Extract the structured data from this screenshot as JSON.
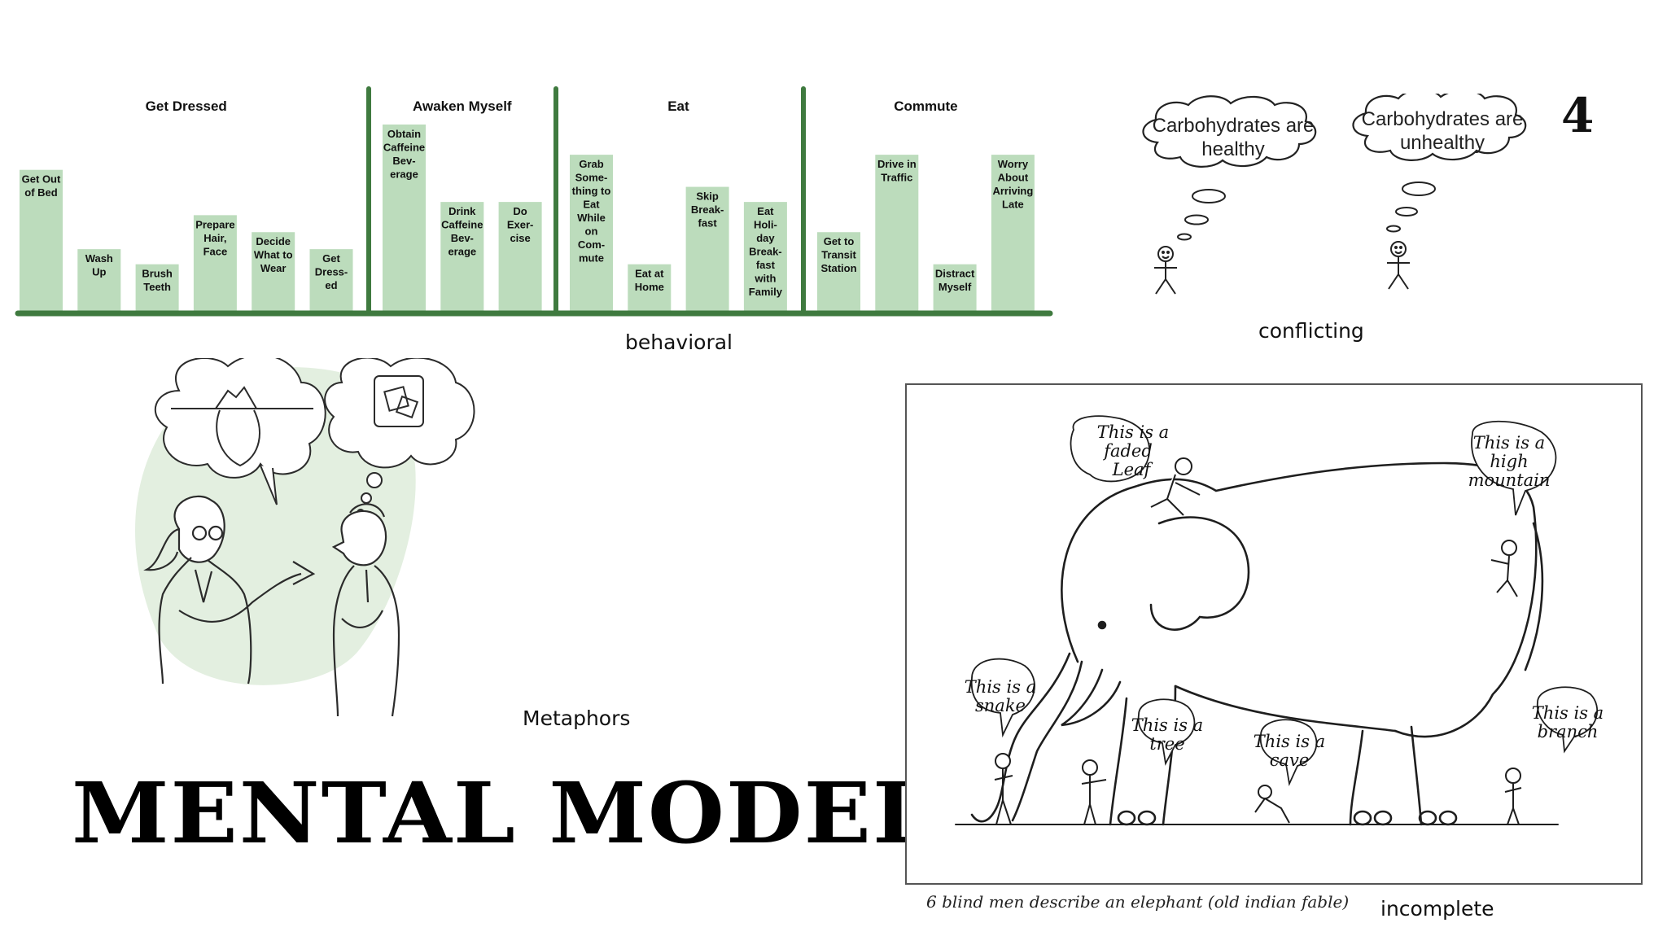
{
  "slide": {
    "number": "4",
    "title": "MENTAL MODELS"
  },
  "behavioral": {
    "caption": "behavioral",
    "colors": {
      "bar": "#bcdcbc",
      "axis": "#3f7a3f",
      "text": "#111111"
    },
    "groups": [
      {
        "title": "Get Dressed",
        "tasks": [
          {
            "label": [
              "Get Out",
              "of Bed"
            ],
            "level": 0.76
          },
          {
            "label": [
              "Wash",
              "Up"
            ],
            "level": 0.34
          },
          {
            "label": [
              "Brush",
              "Teeth"
            ],
            "level": 0.26
          },
          {
            "label": [
              "Prepare",
              "Hair,",
              "Face"
            ],
            "level": 0.52
          },
          {
            "label": [
              "Decide",
              "What to",
              "Wear"
            ],
            "level": 0.43
          },
          {
            "label": [
              "Get",
              "Dress-",
              "ed"
            ],
            "level": 0.34
          }
        ]
      },
      {
        "title": "Awaken Myself",
        "tasks": [
          {
            "label": [
              "Obtain",
              "Caffeine",
              "Bev-",
              "erage"
            ],
            "level": 1.0
          },
          {
            "label": [
              "Drink",
              "Caffeine",
              "Bev-",
              "erage"
            ],
            "level": 0.59
          },
          {
            "label": [
              "Do",
              "Exer-",
              "cise"
            ],
            "level": 0.59
          }
        ]
      },
      {
        "title": "Eat",
        "tasks": [
          {
            "label": [
              "Grab",
              "Some-",
              "thing to",
              "Eat",
              "While",
              "on",
              "Com-",
              "mute"
            ],
            "level": 0.84
          },
          {
            "label": [
              "Eat at",
              "Home"
            ],
            "level": 0.26
          },
          {
            "label": [
              "Skip",
              "Break-",
              "fast"
            ],
            "level": 0.67
          },
          {
            "label": [
              "Eat",
              "Holi-",
              "day",
              "Break-",
              "fast",
              "with",
              "Family"
            ],
            "level": 0.59
          }
        ]
      },
      {
        "title": "Commute",
        "tasks": [
          {
            "label": [
              "Get to",
              "Transit",
              "Station"
            ],
            "level": 0.43
          },
          {
            "label": [
              "Drive in",
              "Traffic"
            ],
            "level": 0.84
          },
          {
            "label": [
              "Distract",
              "Myself"
            ],
            "level": 0.26
          },
          {
            "label": [
              "Worry",
              "About",
              "Arriving",
              "Late"
            ],
            "level": 0.84
          }
        ]
      }
    ]
  },
  "conflicting": {
    "caption": "conflicting",
    "thought_left": [
      "Carbohydrates are",
      "healthy"
    ],
    "thought_right": [
      "Carbohydrates are",
      "unhealthy"
    ]
  },
  "metaphors": {
    "caption": "Metaphors",
    "colors": {
      "tint": "#e3efe0",
      "ink": "#2b2b2b"
    }
  },
  "incomplete": {
    "caption": "incomplete",
    "figure_caption": "6 blind men describe an elephant (old indian fable)",
    "bubbles": {
      "leaf": [
        "This is a",
        "faded",
        "Leaf"
      ],
      "mountain": [
        "This is a",
        "high",
        "mountain"
      ],
      "snake": [
        "This is a",
        "snake"
      ],
      "tree": [
        "This is a",
        "tree"
      ],
      "cave": [
        "This is a",
        "cave"
      ],
      "branch": [
        "This is a",
        "branch"
      ]
    }
  }
}
